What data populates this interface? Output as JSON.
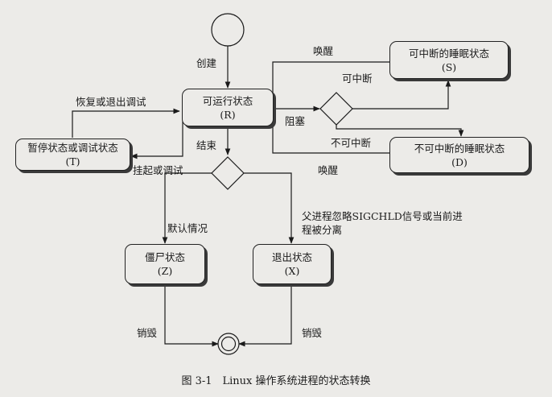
{
  "states": {
    "running": {
      "name": "可运行状态",
      "code": "(R)"
    },
    "stopped": {
      "name": "暂停状态或调试状态",
      "code": "(T)"
    },
    "interruptible": {
      "name": "可中断的睡眠状态",
      "code": "(S)"
    },
    "uninterruptible": {
      "name": "不可中断的睡眠状态",
      "code": "(D)"
    },
    "zombie": {
      "name": "僵尸状态",
      "code": "(Z)"
    },
    "exited": {
      "name": "退出状态",
      "code": "(X)"
    }
  },
  "labels": {
    "create": "创建",
    "resume": "恢复或退出调试",
    "suspend": "挂起或调试",
    "end": "结束",
    "wake1": "唤醒",
    "wake2": "唤醒",
    "block": "阻塞",
    "interruptible": "可中断",
    "uninterruptible": "不可中断",
    "default": "默认情况",
    "ignore_line1": "父进程忽略SIGCHLD信号或当前进",
    "ignore_line2": "程被分离",
    "destroy1": "销毁",
    "destroy2": "销毁"
  },
  "caption": "图 3-1　Linux 操作系统进程的状态转换"
}
